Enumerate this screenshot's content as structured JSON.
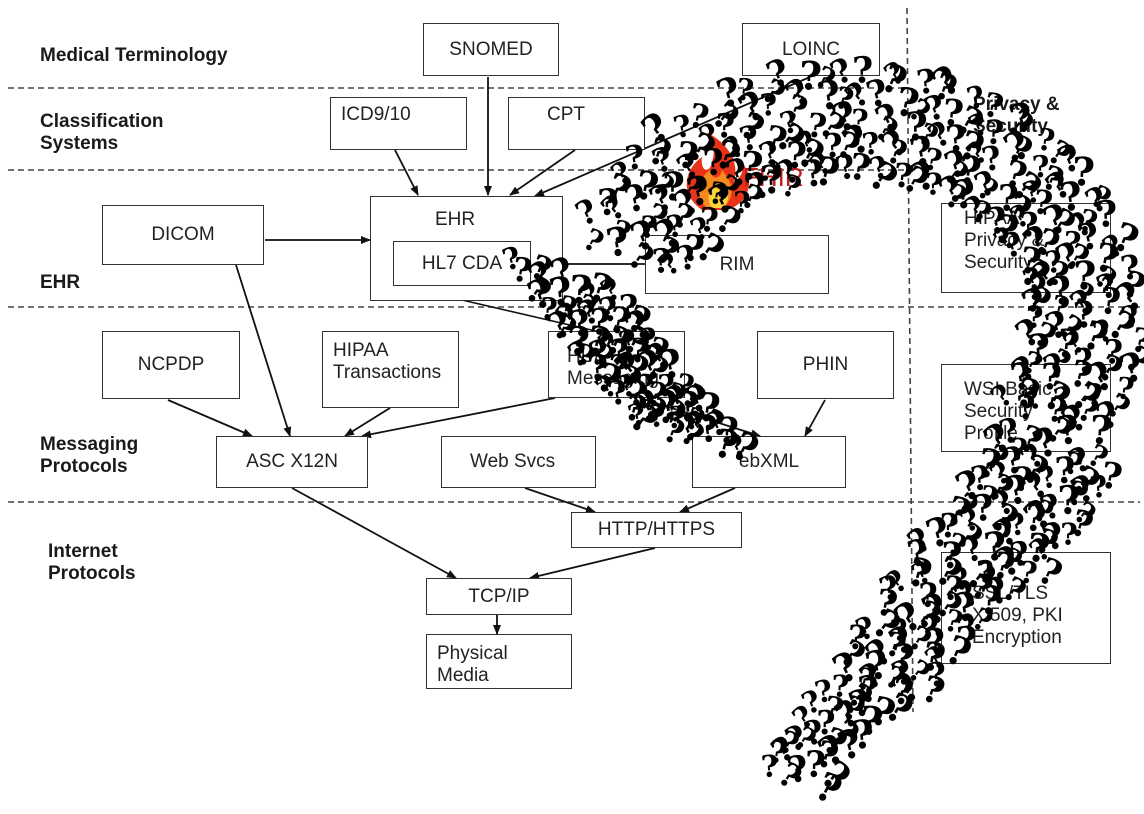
{
  "layers": {
    "medical_terminology": "Medical Terminology",
    "classification_systems": [
      "Classification",
      "Systems"
    ],
    "ehr": "EHR",
    "messaging_protocols": [
      "Messaging",
      "Protocols"
    ],
    "internet_protocols": [
      "Internet",
      "Protocols"
    ],
    "privacy_security": [
      "Privacy &",
      "Security"
    ]
  },
  "boxes": {
    "snomed": "SNOMED",
    "loinc": "LOINC",
    "icd": "ICD9/10",
    "cpt": "CPT",
    "dicom": "DICOM",
    "ehr": "EHR",
    "hl7_cda": "HL7 CDA",
    "rim": "RIM",
    "ncpdp": "NCPDP",
    "hipaa_transactions": [
      "HIPAA",
      "Transactions"
    ],
    "hl7_messaging": [
      "HL7",
      "Messaging"
    ],
    "phin": "PHIN",
    "asc_x12n": "ASC X12N",
    "web_services": "Web Svcs",
    "ebxml": "ebXML",
    "http_https": "HTTP/HTTPS",
    "tcp_ip": "TCP/IP",
    "physical_media": [
      "Physical",
      "Media"
    ],
    "hipaa_privacy": [
      "HIPAA",
      "Privacy &",
      "Security"
    ],
    "wsi_basic": [
      "WSI Basic",
      "Security",
      "Profile"
    ],
    "ssl_tls": [
      "SSL/TLS",
      "X.509, PKI",
      "Encryption"
    ]
  },
  "logo": {
    "text": "FHIR",
    "flame_colors": [
      "#e8321a",
      "#f58a1f",
      "#ffd23a"
    ]
  },
  "overlay": {
    "glyph": "?",
    "color": "#000000"
  }
}
